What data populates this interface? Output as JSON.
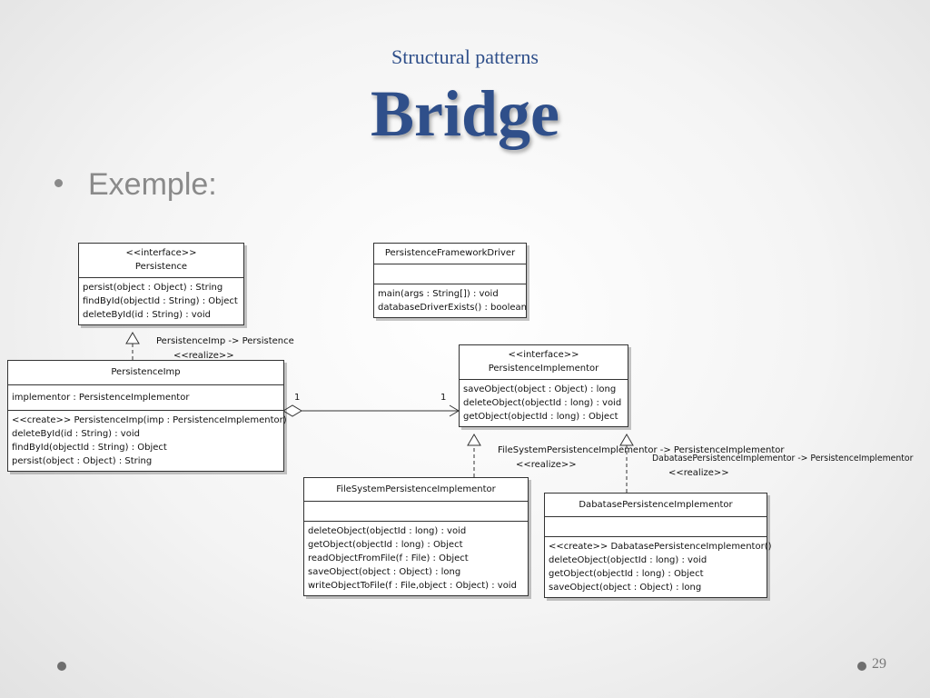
{
  "slide": {
    "subtitle": "Structural patterns",
    "title": "Bridge",
    "bullet": "Exemple:",
    "page_number": "29"
  },
  "diagram": {
    "persistence": {
      "stereotype": "<<interface>>",
      "name": "Persistence",
      "ops": [
        "persist(object : Object) : String",
        "findById(objectId : String) : Object",
        "deleteById(id : String) : void"
      ]
    },
    "driver": {
      "name": "PersistenceFrameworkDriver",
      "ops": [
        "main(args : String[]) : void",
        "databaseDriverExists() : boolean"
      ]
    },
    "persistence_imp": {
      "name": "PersistenceImp",
      "attrs": [
        "implementor : PersistenceImplementor"
      ],
      "ops": [
        "<<create>> PersistenceImp(imp : PersistenceImplementor)",
        "deleteById(id : String) : void",
        "findById(objectId : String) : Object",
        "persist(object : Object) : String"
      ]
    },
    "implementor": {
      "stereotype": "<<interface>>",
      "name": "PersistenceImplementor",
      "ops": [
        "saveObject(object : Object) : long",
        "deleteObject(objectId : long) : void",
        "getObject(objectId : long) : Object"
      ]
    },
    "filesystem": {
      "name": "FileSystemPersistenceImplementor",
      "ops": [
        "deleteObject(objectId : long) : void",
        "getObject(objectId : long) : Object",
        "readObjectFromFile(f : File) : Object",
        "saveObject(object : Object) : long",
        "writeObjectToFile(f : File,object : Object) : void"
      ]
    },
    "database": {
      "name": "DabatasePersistenceImplementor",
      "ops": [
        "<<create>> DabatasePersistenceImplementor()",
        "deleteObject(objectId : long) : void",
        "getObject(objectId : long) : Object",
        "saveObject(object : Object) : long"
      ]
    },
    "labels": {
      "imp_realize": "PersistenceImp -> Persistence",
      "imp_realize_stereo": "<<realize>>",
      "fs_realize": "FileSystemPersistenceImplementor -> PersistenceImplementor",
      "fs_realize_stereo": "<<realize>>",
      "db_realize": "DabatasePersistenceImplementor -> PersistenceImplementor",
      "db_realize_stereo": "<<realize>>",
      "mult_left": "1",
      "mult_right": "1"
    }
  },
  "colors": {
    "title": "#2f4f8a",
    "bullet": "#8a8a8a"
  }
}
